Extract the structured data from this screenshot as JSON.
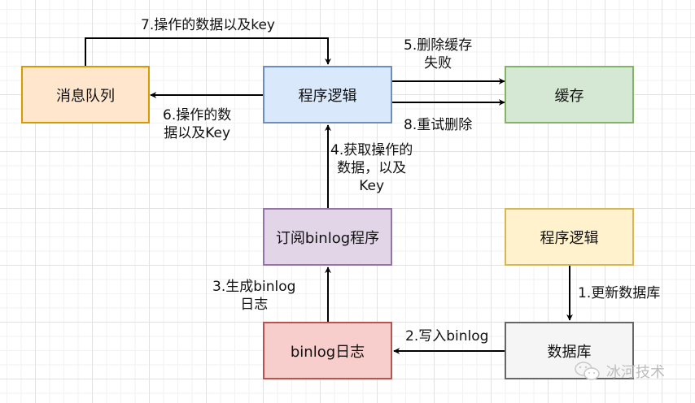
{
  "diagram": {
    "nodes": {
      "mq": {
        "label": "消息队列",
        "fill": "#ffe6cc",
        "stroke": "#d79b00"
      },
      "app_top": {
        "label": "程序逻辑",
        "fill": "#dae8fc",
        "stroke": "#6c8ebf"
      },
      "cache": {
        "label": "缓存",
        "fill": "#d5e8d4",
        "stroke": "#82b366"
      },
      "subscriber": {
        "label": "订阅binlog程序",
        "fill": "#e1d5e7",
        "stroke": "#9673a6"
      },
      "app_bottom": {
        "label": "程序逻辑",
        "fill": "#fff2cc",
        "stroke": "#d6b656"
      },
      "binlog": {
        "label": "binlog日志",
        "fill": "#f8cecc",
        "stroke": "#b85450"
      },
      "db": {
        "label": "数据库",
        "fill": "#f5f5f5",
        "stroke": "#666666"
      }
    },
    "edges": {
      "e1": {
        "from": "app_bottom",
        "to": "db",
        "label_lines": [
          "1.更新数据库"
        ]
      },
      "e2": {
        "from": "db",
        "to": "binlog",
        "label_lines": [
          "2.写入binlog"
        ]
      },
      "e3": {
        "from": "binlog",
        "to": "subscriber",
        "label_lines": [
          "3.生成binlog",
          "日志"
        ]
      },
      "e4": {
        "from": "subscriber",
        "to": "app_top",
        "label_lines": [
          "4.获取操作的",
          "数据，以及",
          "Key"
        ]
      },
      "e5": {
        "from": "app_top",
        "to": "cache",
        "label_lines": [
          "5.删除缓存",
          "失败"
        ]
      },
      "e6": {
        "from": "app_top",
        "to": "mq",
        "label_lines": [
          "6.操作的数",
          "据以及Key"
        ]
      },
      "e7": {
        "from": "mq",
        "to": "app_top",
        "label_lines": [
          "7.操作的数据以及key"
        ]
      },
      "e8": {
        "from": "app_top",
        "to": "cache",
        "label_lines": [
          "8.重试删除"
        ]
      }
    }
  },
  "watermark": {
    "icon": "wechat-icon",
    "text": "冰河技术"
  }
}
